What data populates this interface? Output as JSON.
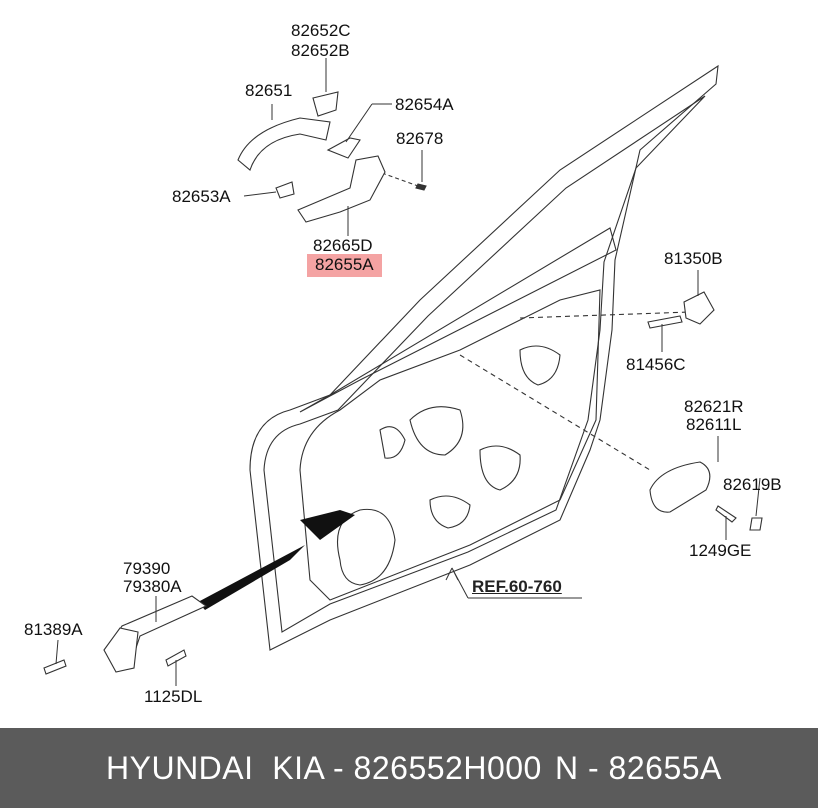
{
  "labels": {
    "p82652c": "82652C",
    "p82652b": "82652B",
    "p82651": "82651",
    "p82654a": "82654A",
    "p82678": "82678",
    "p82653a": "82653A",
    "p82665d": "82665D",
    "p82655a": "82655A",
    "p81350b": "81350B",
    "p81456c": "81456C",
    "p82621r": "82621R",
    "p82611l": "82611L",
    "p82619b": "82619B",
    "p1249ge": "1249GE",
    "p79390": "79390",
    "p79380a": "79380A",
    "p81389a": "81389A",
    "p1125dl": "1125DL",
    "ref": "REF.60-760"
  },
  "highlight_color": "#f4a3a3",
  "footer": {
    "left_text": "HYUNDAI  KIA - 826552H000",
    "right_text": "N - 82655A",
    "background": "#5b5b5b"
  }
}
